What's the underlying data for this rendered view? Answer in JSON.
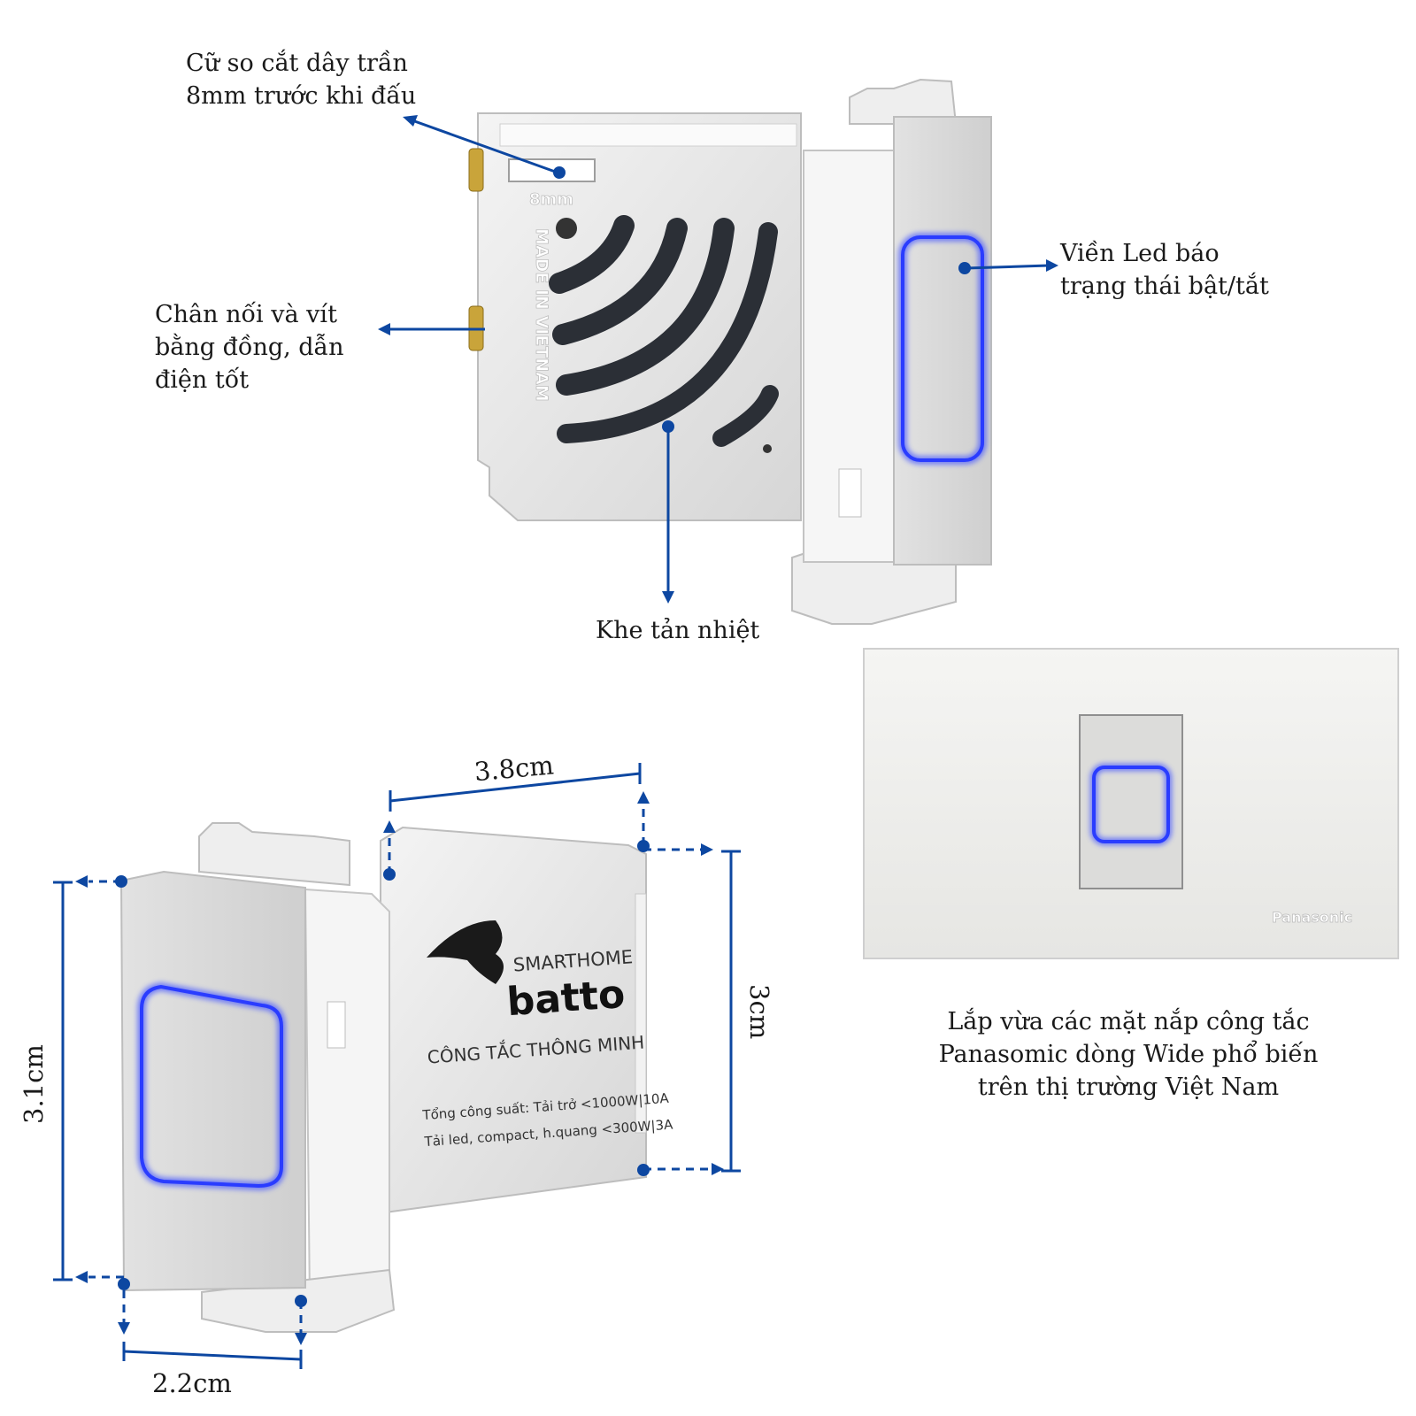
{
  "callouts": {
    "strip_gauge": "Cữ so cắt dây trần\n8mm trước khi đấu",
    "terminals": " Chân nối và vít\nbằng đồng, dẫn\nđiện tốt",
    "led_ring": "Viền Led báo\ntrạng thái bật/tắt",
    "vents": "Khe tản nhiệt",
    "compatibility": "Lắp vừa các mặt nắp công tắc\nPanasomic dòng Wide phổ biến\ntrên thị trường Việt Nam"
  },
  "dimensions": {
    "depth": "3.8cm",
    "height_front": "3.1cm",
    "height_body": "3cm",
    "width": "2.2cm"
  },
  "product_markings": {
    "gauge_mark": "8mm",
    "origin": "MADE IN VIETNAM",
    "brand_tagline": "SMARTHOME",
    "brand_name": "batto",
    "product_name": "CÔNG TẮC THÔNG MINH",
    "spec_line_1": "Tổng công suất: Tải trở <1000W|10A",
    "spec_line_2": "Tải led, compact, h.quang <300W|3A",
    "plate_brand": "Panasonic"
  },
  "colors": {
    "annotation": "#0d47a1",
    "led": "#2a3cff",
    "module": "#e9e9e9"
  }
}
